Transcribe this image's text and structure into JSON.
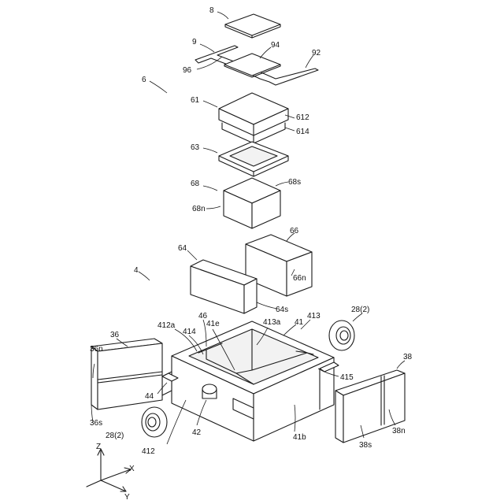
{
  "labels": {
    "l8": "8",
    "l9": "9",
    "l94": "94",
    "l92": "92",
    "l96": "96",
    "l6": "6",
    "l61": "61",
    "l612": "612",
    "l614": "614",
    "l63": "63",
    "l68": "68",
    "l68s": "68s",
    "l68n": "68n",
    "l64": "64",
    "l66": "66",
    "l66n": "66n",
    "l64s": "64s",
    "l4": "4",
    "l282a": "28(2)",
    "l46": "46",
    "l412a": "412a",
    "l414": "414",
    "l41e": "41e",
    "l413a": "413a",
    "l41": "41",
    "l413": "413",
    "l36": "36",
    "l36n": "36n",
    "l36s": "36s",
    "l44": "44",
    "l415": "415",
    "l38": "38",
    "l38n": "38n",
    "l38s": "38s",
    "l41b": "41b",
    "l42": "42",
    "l412": "412",
    "l282b": "28(2)",
    "axz": "Z",
    "axx": "X",
    "axy": "Y"
  }
}
